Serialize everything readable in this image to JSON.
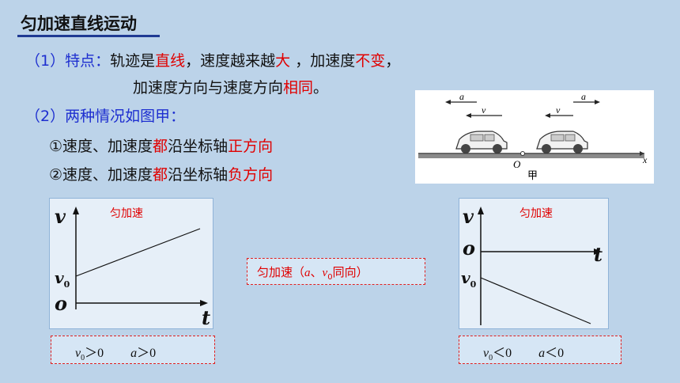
{
  "title": "匀加速直线运动",
  "point1": {
    "label": "（1）特点：",
    "t1": "轨迹是",
    "r1": "直线",
    "t2": "，速度越来越",
    "r2": "大",
    "t3": " ，加速度",
    "r3": "不变",
    "t4": "，",
    "l2_t1": "加速度方向与速度方向",
    "l2_r1": "相同",
    "l2_t2": "。"
  },
  "point2": {
    "label": "（2）两种情况如图甲：",
    "case1": {
      "t1": "①速度、加速度",
      "r1": "都",
      "t2": "沿坐标轴",
      "r2": "正方向"
    },
    "case2": {
      "t1": "②速度、加速度",
      "r1": "都",
      "t2": "沿坐标轴",
      "r2": "负方向"
    }
  },
  "figure": {
    "left_a": "a",
    "left_v": "v",
    "right_v": "v",
    "right_a": "a",
    "origin": "O",
    "x_axis": "x",
    "caption": "甲"
  },
  "graph_left": {
    "title": "匀加速",
    "v": "v",
    "v0": "v",
    "v0_sub": "0",
    "o": "o",
    "t": "t"
  },
  "graph_right": {
    "title": "匀加速",
    "v": "v",
    "o": "o",
    "v0": "v",
    "v0_sub": "0",
    "t": "t"
  },
  "middle_box": {
    "t1": "匀加速（",
    "a": "a",
    "sep": "、",
    "v": "v",
    "sub": "0",
    "t2": "同向）"
  },
  "cond_left": {
    "v": "v",
    "sub": "0",
    "op1": "＞0",
    "a": "a",
    "op2": "＞0"
  },
  "cond_right": {
    "v": "v",
    "sub": "0",
    "op1": "＜0",
    "a": "a",
    "op2": "＜0"
  },
  "colors": {
    "accent_blue": "#1e2fd0",
    "emphasis_red": "#e00000",
    "background": "#bcd3e9"
  }
}
